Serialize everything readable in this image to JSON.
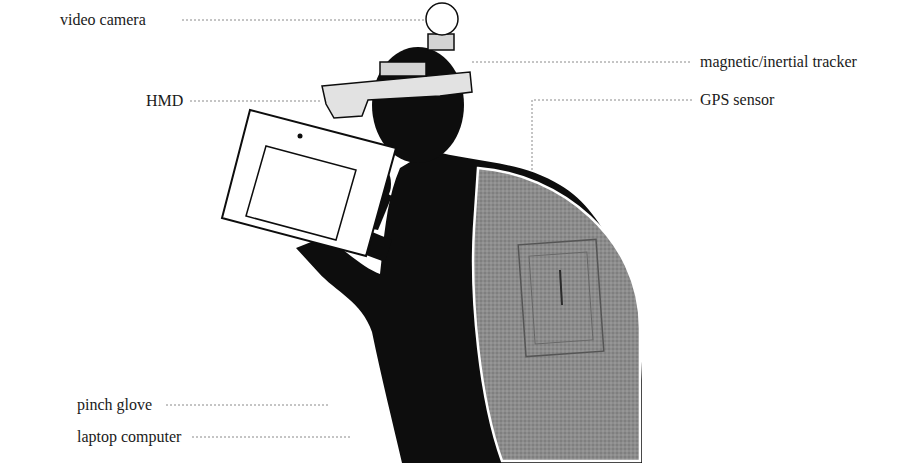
{
  "diagram": {
    "labels": [
      "video camera",
      "magnetic/inertial tracker",
      "HMD",
      "GPS sensor",
      "pinch glove",
      "laptop computer"
    ]
  }
}
